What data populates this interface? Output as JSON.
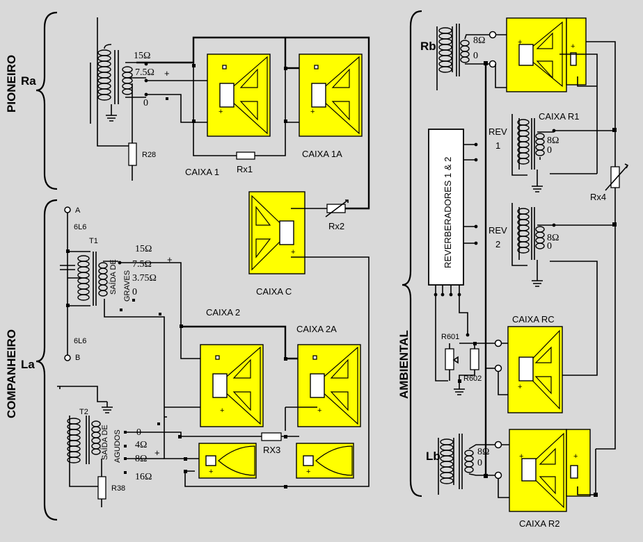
{
  "labels": {
    "pioneiro": "PIONEIRO",
    "companheiro": "COMPANHEIRO",
    "ambiental": "AMBIENTAL",
    "ra": "Ra",
    "la": "La",
    "rb": "Rb",
    "lb": "Lb",
    "a": "A",
    "b": "B",
    "tube_top": "6L6",
    "tube_bottom": "6L6",
    "t1": "T1",
    "t2": "T2",
    "saida_graves": "SAÍDA DE",
    "saida_graves2": "GRAVES",
    "saida_agudos": "SAÍDA DE",
    "saida_agudos2": "AGUDOS",
    "reverb_box": "REVERBERADORES 1 & 2"
  },
  "taps": {
    "ra_15": "15Ω",
    "ra_75": "7.5Ω",
    "ra_0": "0",
    "t1_15": "15Ω",
    "t1_75": "7.5Ω",
    "t1_375": "3.75Ω",
    "t1_0": "0",
    "t2_0": "0",
    "t2_4": "4Ω",
    "t2_8": "8Ω",
    "t2_16": "16Ω",
    "rb_8": "8Ω",
    "rb_0": "0",
    "lb_8": "8Ω",
    "lb_0": "0",
    "rev1_8": "8Ω",
    "rev1_0": "0",
    "rev2_8": "8Ω",
    "rev2_0": "0"
  },
  "speakers": {
    "caixa1": "CAIXA 1",
    "caixa1a": "CAIXA 1A",
    "caixac": "CAIXA C",
    "caixa2": "CAIXA 2",
    "caixa2a": "CAIXA 2A",
    "caixar1": "CAIXA R1",
    "caixarc": "CAIXA RC",
    "caixar2": "CAIXA R2"
  },
  "components": {
    "r28": "R28",
    "r38": "R38",
    "rx1": "Rx1",
    "rx2": "Rx2",
    "rx3": "RX3",
    "rx4": "Rx4",
    "r601": "R601",
    "r602": "R602",
    "rev1": "REV",
    "rev1n": "1",
    "rev2": "REV",
    "rev2n": "2"
  },
  "polarity": {
    "plus": "+"
  }
}
